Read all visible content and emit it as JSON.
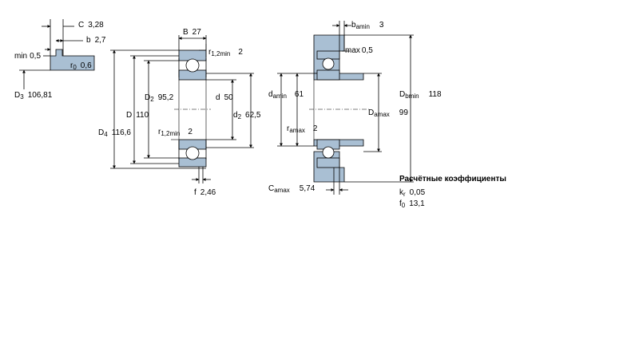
{
  "groove_detail": {
    "C": {
      "sym": "C",
      "value": "3,28"
    },
    "b": {
      "sym": "b",
      "value": "2,7"
    },
    "min": {
      "sym": "min",
      "value": "0,5"
    },
    "r0": {
      "sym": "r",
      "sub": "0",
      "value": "0,6"
    },
    "D3": {
      "sym": "D",
      "sub": "3",
      "value": "106,81"
    }
  },
  "bearing": {
    "B": {
      "sym": "B",
      "value": "27"
    },
    "r12_top": {
      "sym": "r",
      "sub": "1,2min",
      "value": "2"
    },
    "D2": {
      "sym": "D",
      "sub": "2",
      "value": "95,2"
    },
    "d": {
      "sym": "d",
      "value": "50"
    },
    "D": {
      "sym": "D",
      "value": "110"
    },
    "d2": {
      "sym": "d",
      "sub": "2",
      "value": "62,5"
    },
    "D4": {
      "sym": "D",
      "sub": "4",
      "value": "116,6"
    },
    "r12_mid": {
      "sym": "r",
      "sub": "1,2min",
      "value": "2"
    },
    "f": {
      "sym": "f",
      "value": "2,46"
    }
  },
  "mounting": {
    "bamin": {
      "sym": "b",
      "sub": "amin",
      "value": "3"
    },
    "max": {
      "sym": "max",
      "value": "0,5"
    },
    "damin": {
      "sym": "d",
      "sub": "amin",
      "value": "61"
    },
    "Dbmin": {
      "sym": "D",
      "sub": "bmin",
      "value": "118"
    },
    "Damax": {
      "sym": "D",
      "sub": "amax",
      "value": "99"
    },
    "ramax": {
      "sym": "r",
      "sub": "amax",
      "value": "2"
    },
    "Camax": {
      "sym": "C",
      "sub": "amax",
      "value": "5,74"
    }
  },
  "factors": {
    "title": "Расчётные коэффициенты",
    "kr": {
      "sym": "k",
      "sub": "r",
      "value": "0,05"
    },
    "f0": {
      "sym": "f",
      "sub": "0",
      "value": "13,1"
    }
  },
  "colors": {
    "housing": "#a9bfd3",
    "ring": "#ffffff",
    "line": "#000000"
  }
}
